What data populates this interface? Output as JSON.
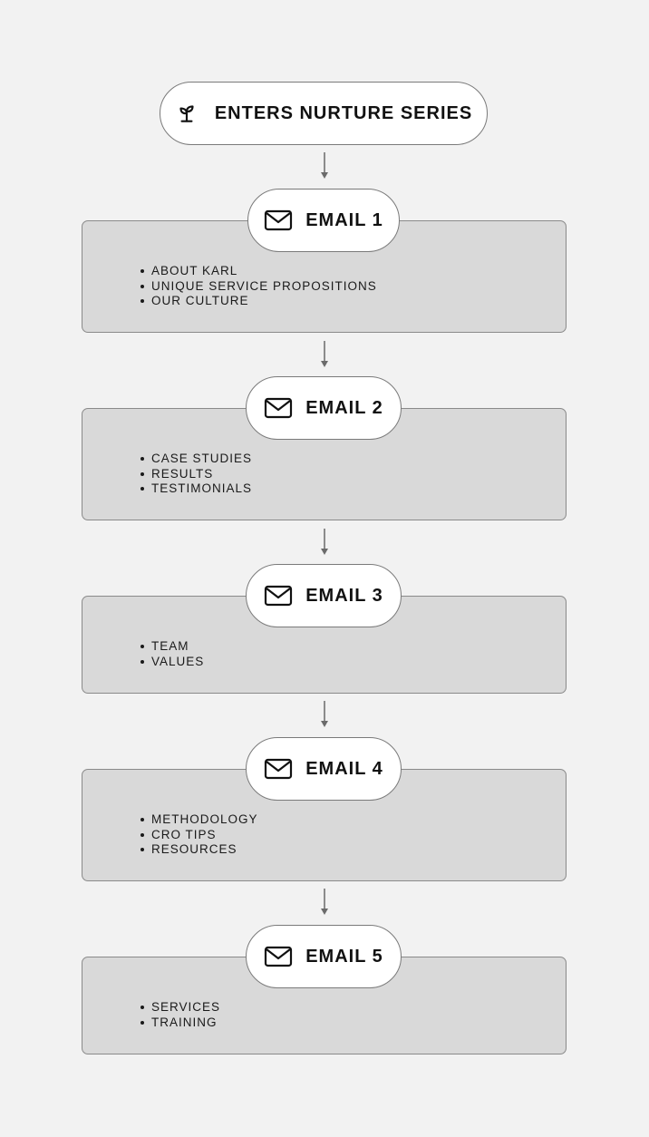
{
  "start": {
    "icon": "sprout-icon",
    "label": "ENTERS NURTURE SERIES"
  },
  "emails": [
    {
      "icon": "mail-icon",
      "label": "EMAIL 1",
      "items": [
        "ABOUT KARL",
        "UNIQUE SERVICE PROPOSITIONS",
        "OUR CULTURE"
      ]
    },
    {
      "icon": "mail-icon",
      "label": "EMAIL 2",
      "items": [
        "CASE STUDIES",
        "RESULTS",
        "TESTIMONIALS"
      ]
    },
    {
      "icon": "mail-icon",
      "label": "EMAIL 3",
      "items": [
        "TEAM",
        "VALUES"
      ]
    },
    {
      "icon": "mail-icon",
      "label": "EMAIL 4",
      "items": [
        "METHODOLOGY",
        "CRO TIPS",
        "RESOURCES"
      ]
    },
    {
      "icon": "mail-icon",
      "label": "EMAIL 5",
      "items": [
        "SERVICES",
        "TRAINING"
      ]
    }
  ],
  "colors": {
    "background": "#f2f2f2",
    "box_fill": "#d9d9d9",
    "pill_fill": "#ffffff",
    "border": "#7a7a7a",
    "arrow": "#6b6b6b",
    "text": "#111111"
  }
}
